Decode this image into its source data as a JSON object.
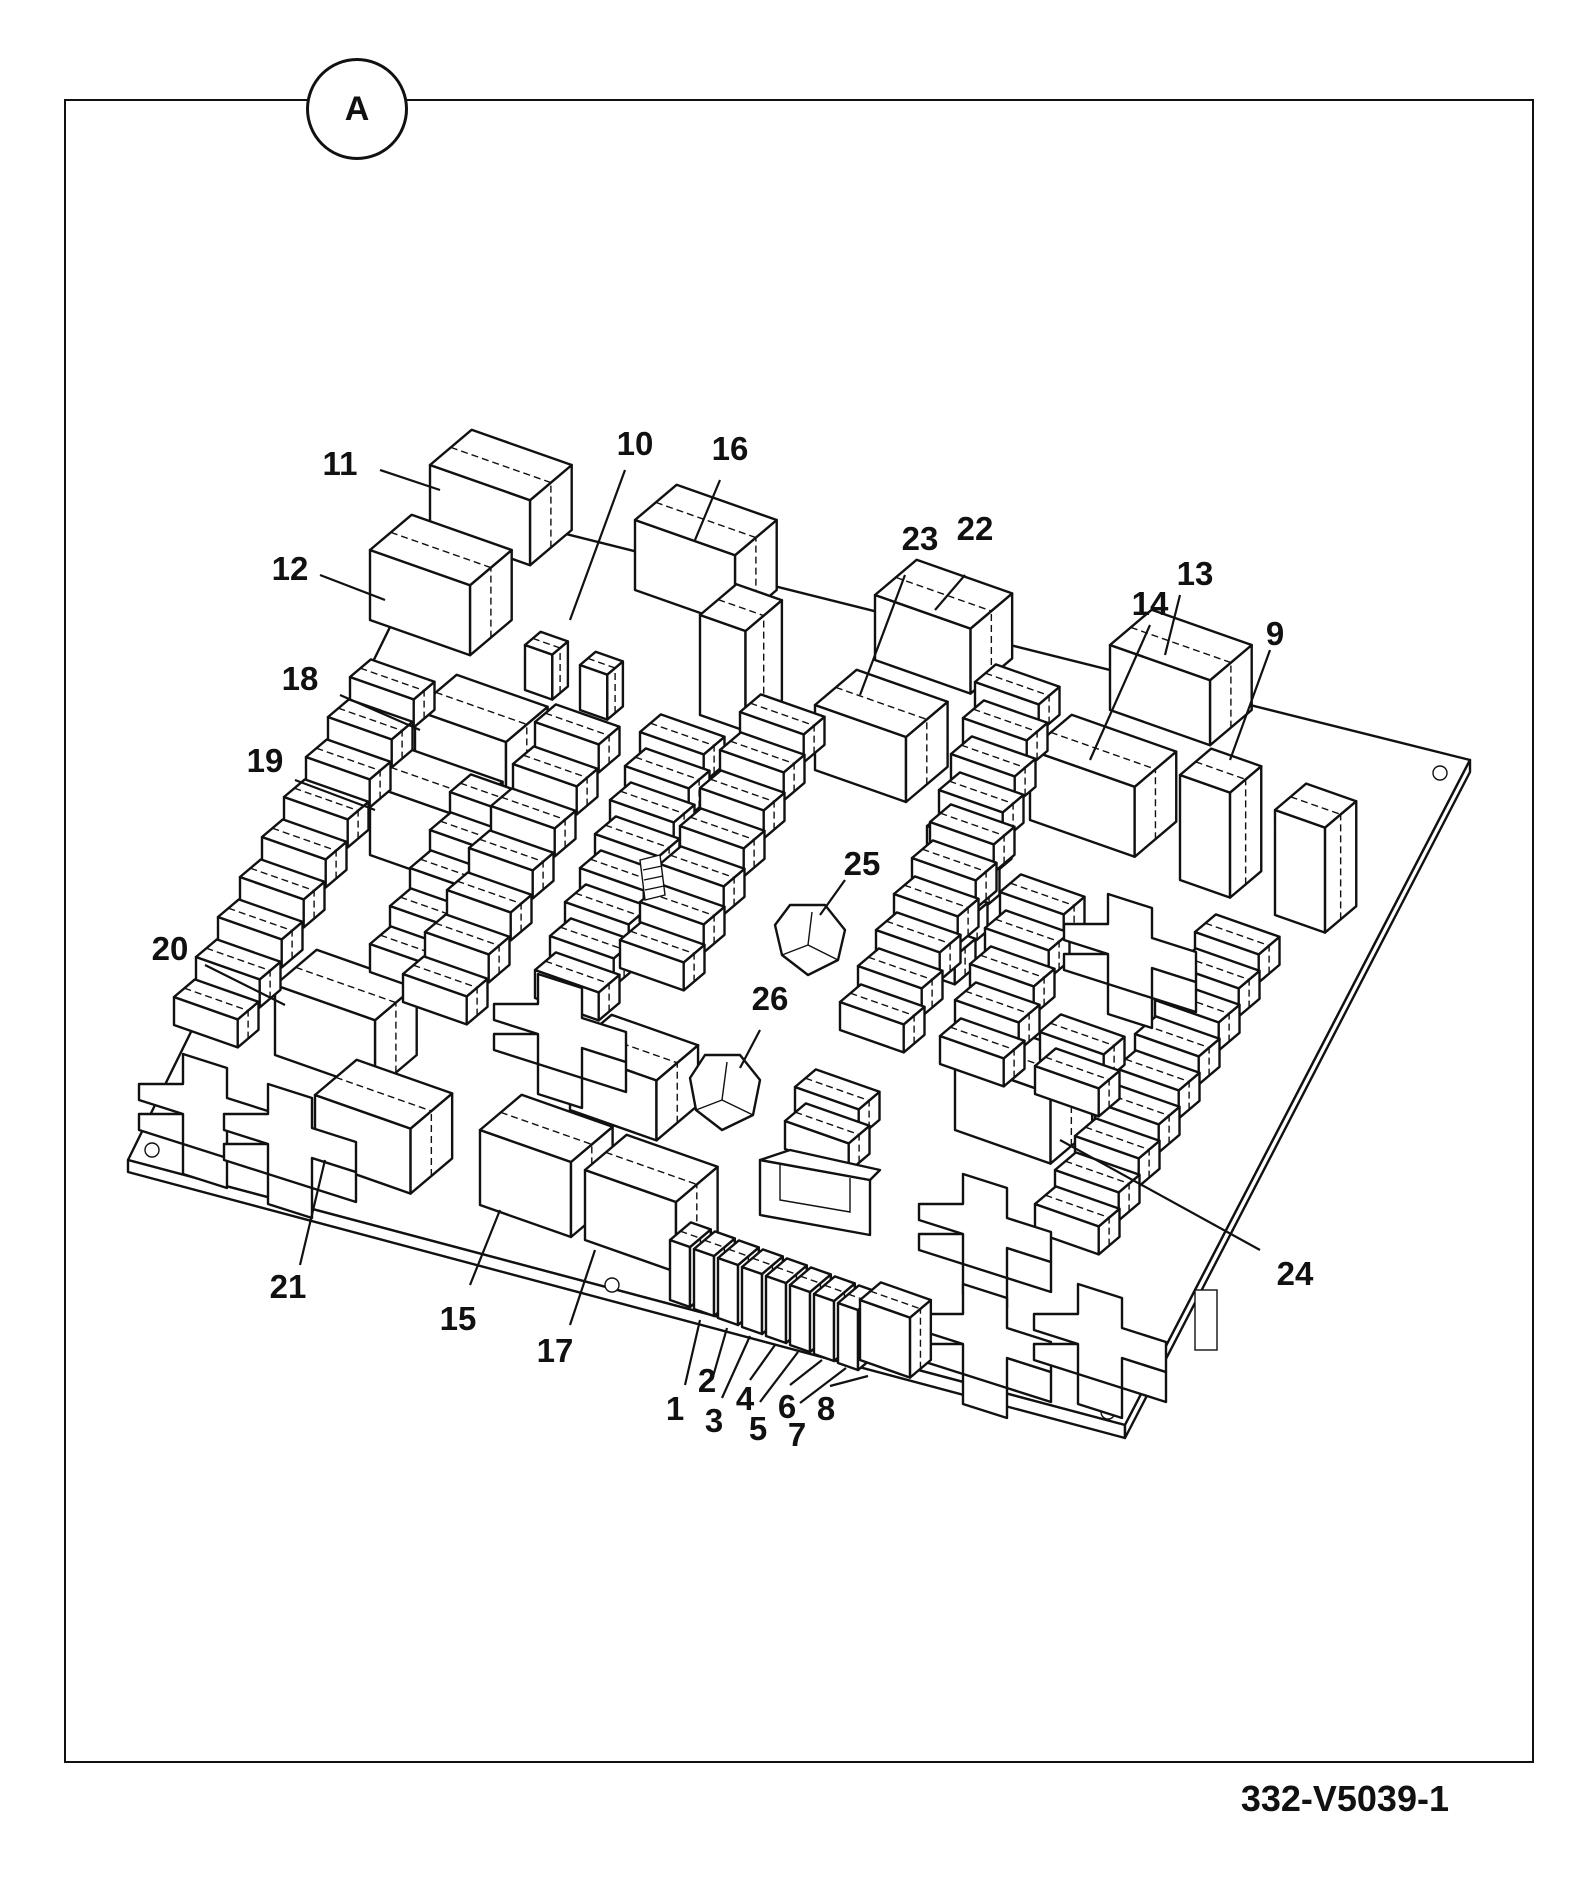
{
  "view_label": "A",
  "drawing_code": "332-V5039-1",
  "colors": {
    "line": "#111111",
    "background": "#ffffff"
  },
  "callouts": [
    {
      "id": "c1",
      "label": "1",
      "part": "relay-socket"
    },
    {
      "id": "c2",
      "label": "2",
      "part": "relay-socket"
    },
    {
      "id": "c3",
      "label": "3",
      "part": "relay-socket"
    },
    {
      "id": "c4",
      "label": "4",
      "part": "relay-socket"
    },
    {
      "id": "c5",
      "label": "5",
      "part": "relay-socket"
    },
    {
      "id": "c6",
      "label": "6",
      "part": "relay-socket"
    },
    {
      "id": "c7",
      "label": "7",
      "part": "relay-socket"
    },
    {
      "id": "c8",
      "label": "8",
      "part": "relay-socket"
    },
    {
      "id": "c9",
      "label": "9",
      "part": "fuse-holder"
    },
    {
      "id": "c10",
      "label": "10",
      "part": "fuse-holder"
    },
    {
      "id": "c11",
      "label": "11",
      "part": "relay"
    },
    {
      "id": "c12",
      "label": "12",
      "part": "relay"
    },
    {
      "id": "c13",
      "label": "13",
      "part": "relay"
    },
    {
      "id": "c14",
      "label": "14",
      "part": "relay"
    },
    {
      "id": "c15",
      "label": "15",
      "part": "relay"
    },
    {
      "id": "c16",
      "label": "16",
      "part": "relay"
    },
    {
      "id": "c17",
      "label": "17",
      "part": "relay"
    },
    {
      "id": "c18",
      "label": "18",
      "part": "relay"
    },
    {
      "id": "c19",
      "label": "19",
      "part": "relay"
    },
    {
      "id": "c20",
      "label": "20",
      "part": "relay"
    },
    {
      "id": "c21",
      "label": "21",
      "part": "relay"
    },
    {
      "id": "c22",
      "label": "22",
      "part": "relay"
    },
    {
      "id": "c23",
      "label": "23",
      "part": "relay"
    },
    {
      "id": "c24",
      "label": "24",
      "part": "relay"
    },
    {
      "id": "c25",
      "label": "25",
      "part": "diode"
    },
    {
      "id": "c26",
      "label": "26",
      "part": "diode"
    }
  ]
}
